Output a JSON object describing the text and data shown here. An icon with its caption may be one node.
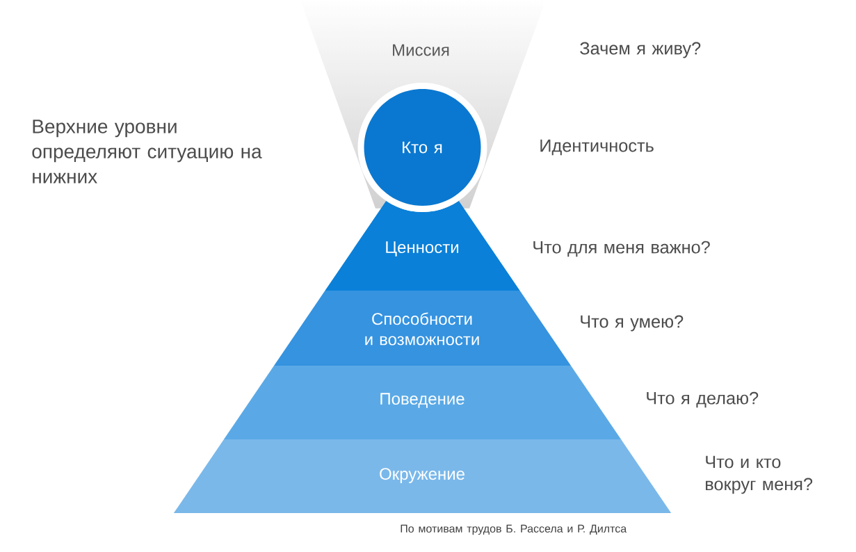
{
  "diagram": {
    "caption": "По мотивам трудов Б. Рассела и Р. Дилтса",
    "nodes": [
      {
        "text": [
          "Миссия"
        ]
      },
      {
        "text": [
          "Кто я"
        ]
      },
      {
        "text": [
          "Ценности"
        ]
      },
      {
        "text": [
          "Способности и возможности"
        ]
      },
      {
        "text": [
          "Поведение"
        ]
      },
      {
        "text": [
          "Окружение"
        ]
      }
    ],
    "edges": [],
    "labels": [
      "Зачем я живу?",
      "Верхние уровни определяют ситуацию на нижних",
      "Идентичность",
      "Что для меня важно?",
      "Что я умею?",
      "Что я делаю?",
      "Что и кто вокруг меня?"
    ]
  }
}
